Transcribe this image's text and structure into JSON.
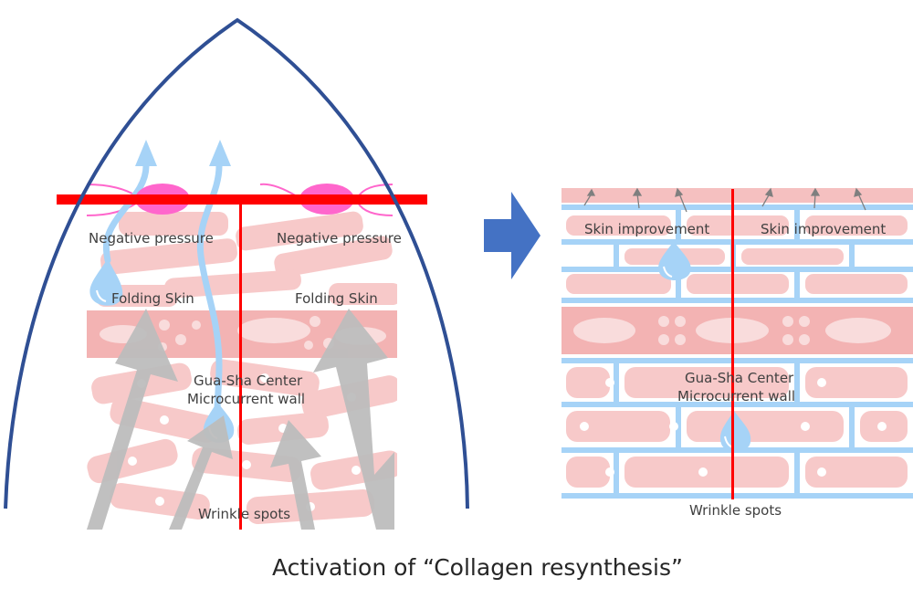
{
  "left_panel": {
    "negative_pressure_left": "Negative pressure",
    "negative_pressure_right": "Negative pressure",
    "folding_skin_left": "Folding Skin",
    "folding_skin_right": "Folding Skin",
    "center_line1": "Gua-Sha Center",
    "center_line2": "Microcurrent wall",
    "wrinkle": "Wrinkle spots"
  },
  "right_panel": {
    "improvement_left": "Skin improvement",
    "improvement_right": "Skin improvement",
    "center_line1": "Gua-Sha Center",
    "center_line2": "Microcurrent wall",
    "wrinkle": "Wrinkle spots"
  },
  "caption": "Activation of “Collagen resynthesis”",
  "colors": {
    "dome_outline": "#2f4f94",
    "pressure_bar": "#ff0000",
    "suction_cup": "#ff66cc",
    "fluid": "#a6d3f7",
    "tissue": "#f5c0c0",
    "tissue_dark": "#f3b3b3",
    "push_arrow": "#bdbdbd",
    "transition_arrow": "#4472c4"
  }
}
